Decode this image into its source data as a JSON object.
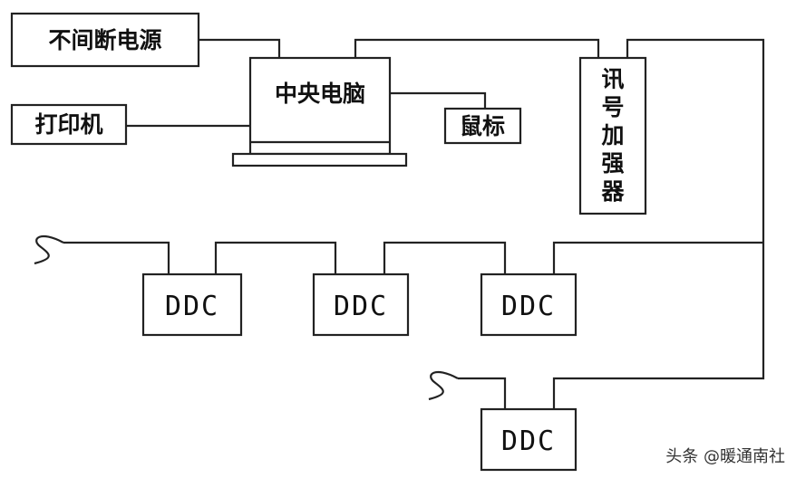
{
  "nodes": {
    "ups": "不间断电源",
    "printer": "打印机",
    "computer": "中央电脑",
    "mouse": "鼠标",
    "amplifier": [
      "讯",
      "号",
      "加",
      "强",
      "器"
    ],
    "ddc": [
      "DDC",
      "DDC",
      "DDC",
      "DDC"
    ]
  },
  "watermark": "头条 @暖通南社"
}
